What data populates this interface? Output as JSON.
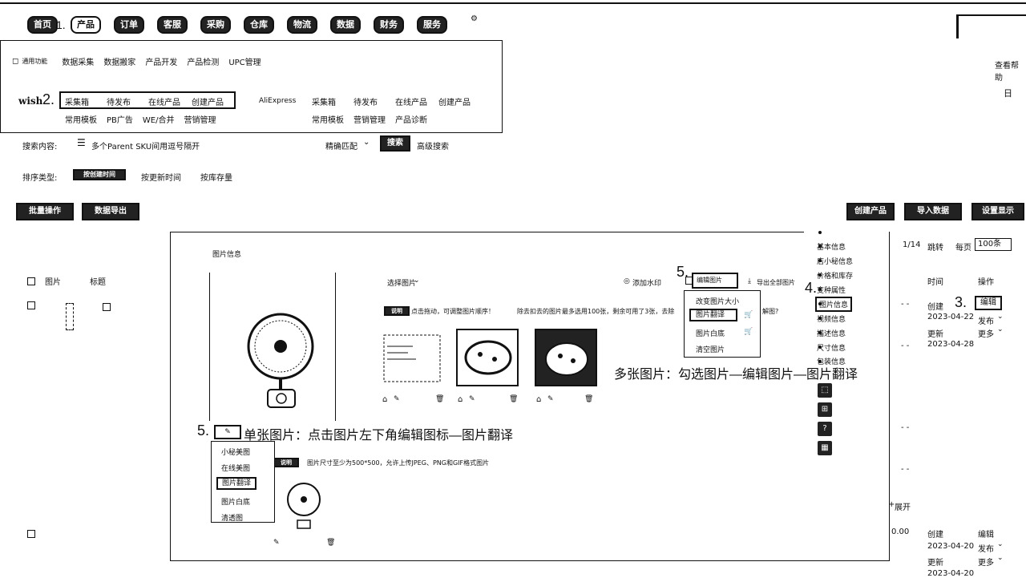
{
  "nav": {
    "items": [
      "首页",
      "产品",
      "订单",
      "客服",
      "采购",
      "仓库",
      "物流",
      "数据",
      "财务",
      "服务"
    ],
    "active": "产品",
    "step1": "1.",
    "rt_label": "查看帮助",
    "rt_icon_text": "日"
  },
  "dropdown": {
    "common_label": "通用功能",
    "common_links": [
      "数据采集",
      "数据搬家",
      "产品开发",
      "产品检测",
      "UPC管理"
    ],
    "wish_label": "wish",
    "step2": "2.",
    "wish_row1": [
      "采集箱",
      "待发布",
      "在线产品",
      "创建产品"
    ],
    "wish_row2": [
      "常用模板",
      "PB广告",
      "WE/合并",
      "营销管理"
    ],
    "ali_label": "AliExpress",
    "ali_row1": [
      "采集箱",
      "待发布",
      "在线产品",
      "创建产品"
    ],
    "ali_row2": [
      "常用模板",
      "营销管理",
      "产品诊断"
    ]
  },
  "search": {
    "label": "搜索内容:",
    "placeholder": "多个Parent SKU间用逗号隔开",
    "match": "精确匹配",
    "search_btn": "搜索",
    "advanced": "高级搜索"
  },
  "sort": {
    "label": "排序类型:",
    "options": [
      "按创建时间",
      "按更新时间",
      "按库存量"
    ]
  },
  "toolbar": {
    "left": [
      "批量操作",
      "数据导出"
    ],
    "right": [
      "创建产品",
      "导入数据",
      "设置显示"
    ]
  },
  "table": {
    "headers": [
      "图片",
      "标题"
    ],
    "right_headers": [
      "时间",
      "操作"
    ],
    "pager": {
      "page": "1/14",
      "jump": "跳转",
      "per_page_label": "每页",
      "per_page": "100条"
    },
    "rows": [
      {
        "created_label": "创建",
        "created": "2023-04-22",
        "updated_label": "更新",
        "updated": "2023-04-28",
        "action1": "编辑",
        "action2": "发布",
        "action3": "更多"
      },
      {
        "created_label": "创建",
        "created": "2023-04-20",
        "updated_label": "更新",
        "updated": "2023-04-20",
        "action1": "编辑",
        "action2": "发布",
        "action3": "更多",
        "price": "0.00"
      }
    ],
    "expand": "展开",
    "step3": "3."
  },
  "modal": {
    "title": "图片信息",
    "select_images": "选择图片",
    "add_watermark": "添加水印",
    "edit_images": "编辑图片",
    "export_all": "导出全部图片",
    "step5a": "5.",
    "note_badge": "说明",
    "note_text": "点击拖动，可调整图片顺序！",
    "note_text2": "除去扣去的图片最多选用100张，剩余可用了3张，去除",
    "note_text3": "解图?",
    "edit_menu": [
      "改变图片大小",
      "图片翻译",
      "图片白底",
      "清空图片"
    ],
    "note2_badge": "说明",
    "note2_text": "图片尺寸至少为500*500，允许上传JPEG、PNG和GIF格式图片",
    "single_menu": [
      "小秘美图",
      "在线美图",
      "图片翻译",
      "图片白底",
      "清透图"
    ],
    "step5b": "5."
  },
  "side_menu": {
    "step4": "4.",
    "items": [
      "基本信息",
      "店小秘信息",
      "价格和库存",
      "变种属性",
      "图片信息",
      "视频信息",
      "描述信息",
      "尺寸信息",
      "包装信息"
    ],
    "active": "图片信息"
  },
  "annotations": {
    "multi": "多张图片：勾选图片—编辑图片—图片翻译",
    "single": "单张图片：点击图片左下角编辑图标—图片翻译"
  }
}
